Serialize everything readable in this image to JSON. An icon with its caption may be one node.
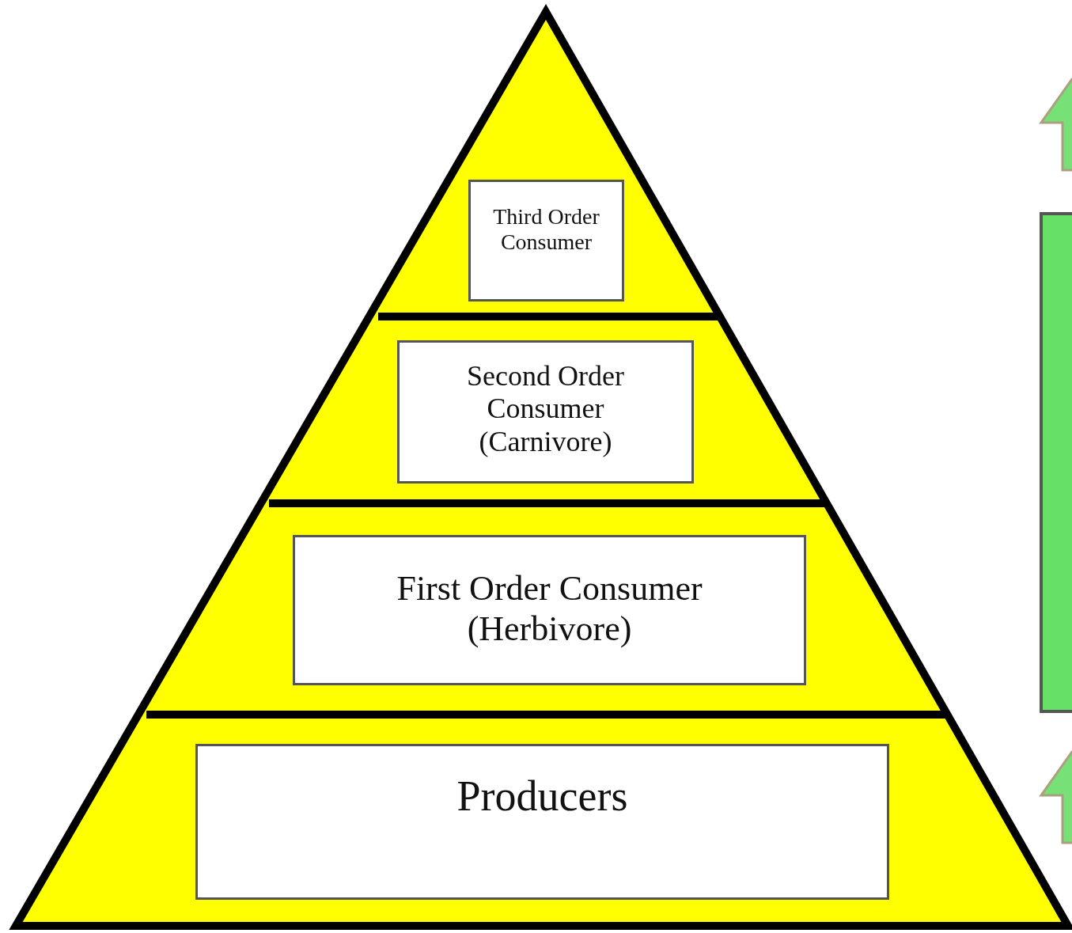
{
  "diagram": {
    "nodes": [
      {
        "text": [
          "Third Order Consumer"
        ]
      },
      {
        "text": [
          "Second Order Consumer (Carnivore)"
        ]
      },
      {
        "text": [
          "First Order Consumer (Herbivore)"
        ]
      },
      {
        "text": [
          "Producers"
        ]
      },
      {
        "text": [],
        "shape": "box"
      }
    ]
  }
}
